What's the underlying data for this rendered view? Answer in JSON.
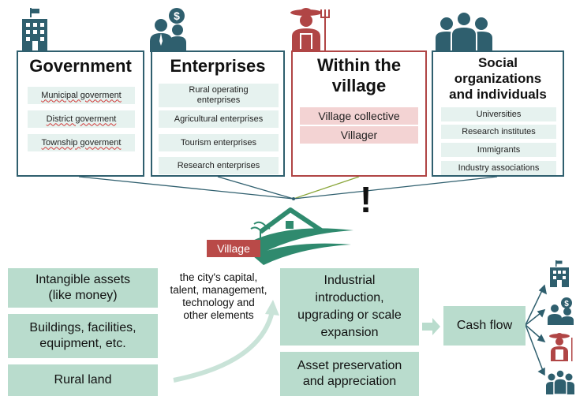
{
  "panels": {
    "government": {
      "title": "Government",
      "items": [
        "Municipal goverment",
        "District goverment",
        "Township goverment"
      ]
    },
    "enterprises": {
      "title": "Enterprises",
      "items": [
        "Rural operating enterprises",
        "Agricultural enterprises",
        "Tourism enterprises",
        "Research enterprises"
      ]
    },
    "village": {
      "title": "Within the village",
      "items": [
        "Village collective",
        "Villager"
      ]
    },
    "social": {
      "title": "Social organizations and individuals",
      "items": [
        "Universities",
        "Research institutes",
        "Immigrants",
        "Industry associations"
      ]
    }
  },
  "village_label": "Village",
  "exclamation": "!",
  "assets": {
    "intangible": "Intangible assets (like money)",
    "buildings": "Buildings, facilities, equipment, etc.",
    "land": "Rural land"
  },
  "city_elements": "the city's capital, talent, management, technology and other elements",
  "outcomes": {
    "industrial": "Industrial introduction, upgrading or scale expansion",
    "asset": "Asset preservation and appreciation"
  },
  "cash_flow": "Cash flow",
  "colors": {
    "teal_dark": "#2f5f6e",
    "green_box": "#b9dccd",
    "item_bg": "#e6f2ef",
    "red": "#b04545",
    "pink": "#f3d3d3"
  },
  "icons": [
    "building-icon",
    "businessman-icon",
    "farmer-icon",
    "people-group-icon",
    "village-house-icon"
  ]
}
